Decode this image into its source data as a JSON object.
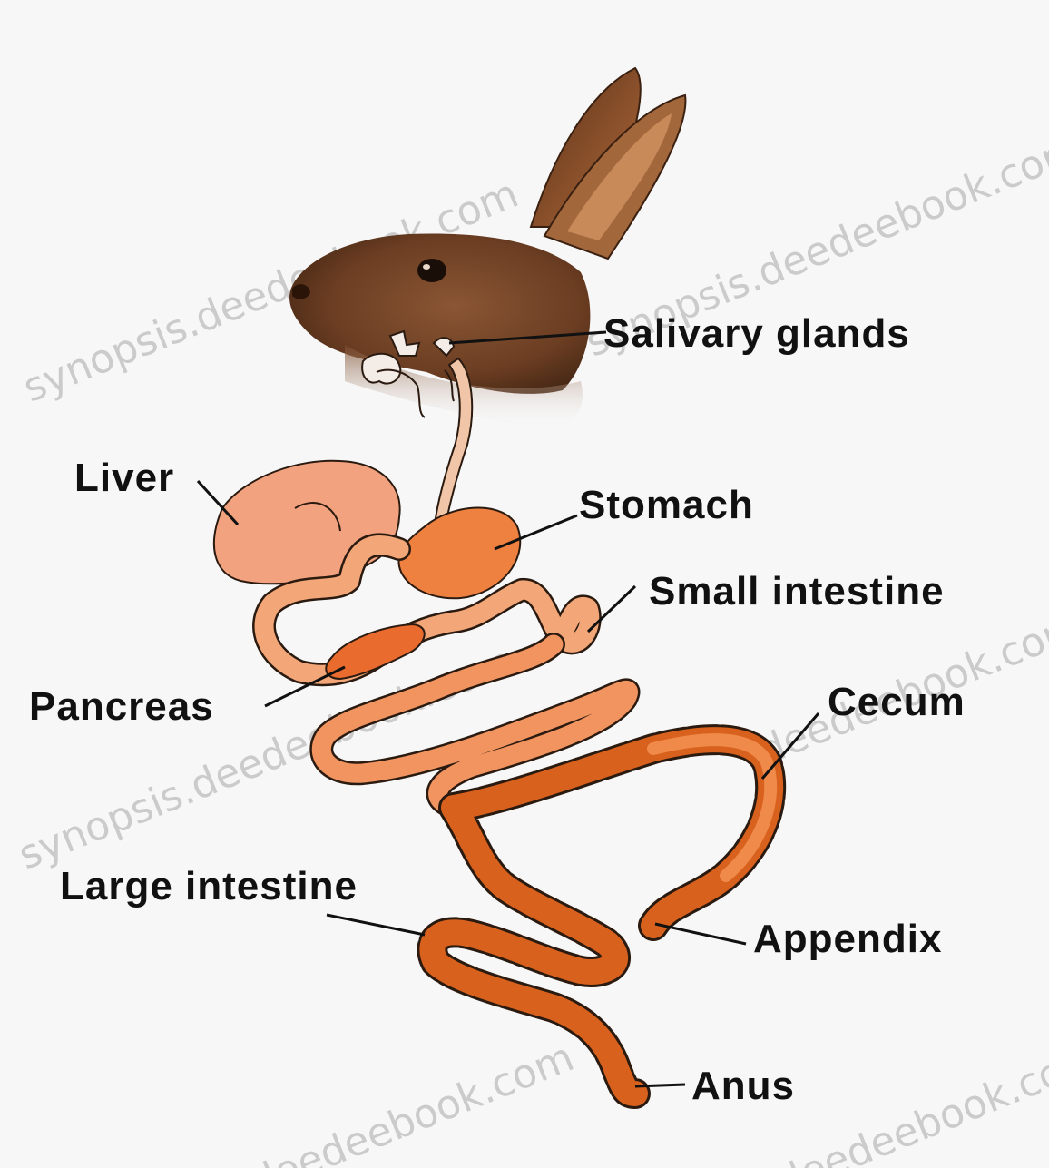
{
  "labels": {
    "salivary_glands": "Salivary glands",
    "liver": "Liver",
    "stomach": "Stomach",
    "small_intestine": "Small intestine",
    "pancreas": "Pancreas",
    "cecum": "Cecum",
    "large_intestine": "Large intestine",
    "appendix": "Appendix",
    "anus": "Anus"
  },
  "watermarks": {
    "w1": "synopsis.deedeebook.com",
    "w2": "synopsis.deedeebook.com",
    "w3": "synopsis.deedeebook.com",
    "w4": "deedeebook.com",
    "w5": "deedeebook.com",
    "w6": "deedeebook.com"
  },
  "colors": {
    "background": "#f7f7f7",
    "liver": "#f2a27e",
    "stomach": "#ee8040",
    "small_intestine": "#f3a778",
    "large_intestine": "#d7611d",
    "outline": "#2a1a10",
    "fur": "#7a4a2a"
  }
}
